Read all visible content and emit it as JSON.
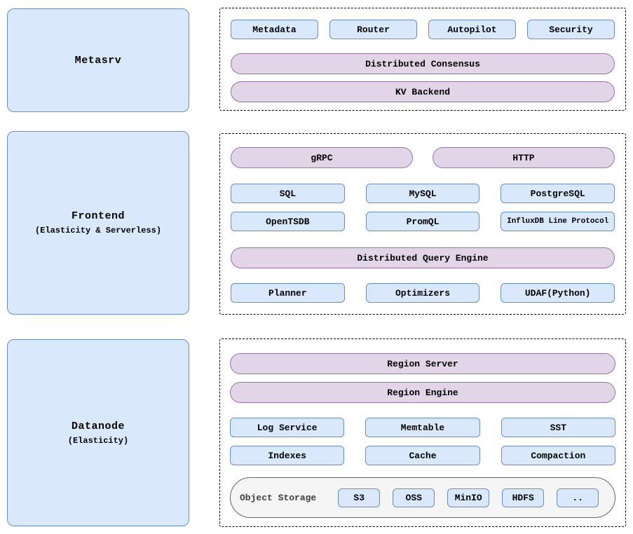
{
  "colors": {
    "blue_fill": "#dae8fc",
    "blue_border": "#6c8ebf",
    "purple_fill": "#e1d5e7",
    "purple_border": "#9673a6",
    "storage_fill": "#f5f5f5",
    "storage_border": "#666666"
  },
  "left_column": {
    "metasrv": {
      "title": "Metasrv"
    },
    "frontend": {
      "title": "Frontend",
      "subtitle": "(Elasticity & Serverless)"
    },
    "datanode": {
      "title": "Datanode",
      "subtitle": "(Elasticity)"
    }
  },
  "metasrv_panel": {
    "components": [
      "Metadata",
      "Router",
      "Autopilot",
      "Security"
    ],
    "pills": [
      "Distributed Consensus",
      "KV Backend"
    ]
  },
  "frontend_panel": {
    "transport_pills": [
      "gRPC",
      "HTTP"
    ],
    "protocols_row1": [
      "SQL",
      "MySQL",
      "PostgreSQL"
    ],
    "protocols_row2": [
      "OpenTSDB",
      "PromQL",
      "InfluxDB Line Protocol"
    ],
    "engine_pill": "Distributed Query Engine",
    "engine_components": [
      "Planner",
      "Optimizers",
      "UDAF(Python)"
    ]
  },
  "datanode_panel": {
    "pills": [
      "Region Server",
      "Region Engine"
    ],
    "components_row1": [
      "Log Service",
      "Memtable",
      "SST"
    ],
    "components_row2": [
      "Indexes",
      "Cache",
      "Compaction"
    ],
    "object_storage": {
      "label": "Object Storage",
      "backends": [
        "S3",
        "OSS",
        "MinIO",
        "HDFS",
        ".."
      ]
    }
  }
}
